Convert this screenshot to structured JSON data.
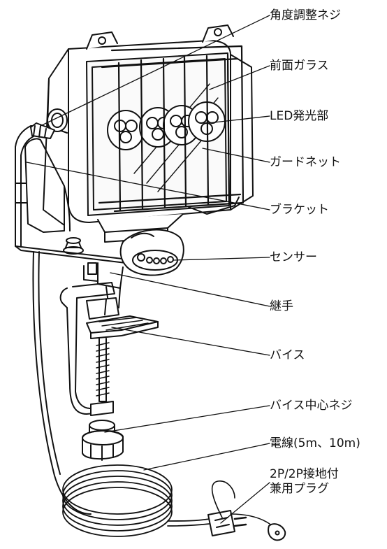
{
  "labels": {
    "angle_screw": "角度調整ネジ",
    "front_glass": "前面ガラス",
    "led": "LED発光部",
    "guard_net": "ガードネット",
    "bracket": "ブラケット",
    "sensor": "センサー",
    "joint": "継手",
    "vise": "バイス",
    "vise_screw": "バイス中心ネジ",
    "cord": "電線(5m、10m)",
    "plug_line1": "2P/2P接地付",
    "plug_line2": "兼用プラグ"
  }
}
